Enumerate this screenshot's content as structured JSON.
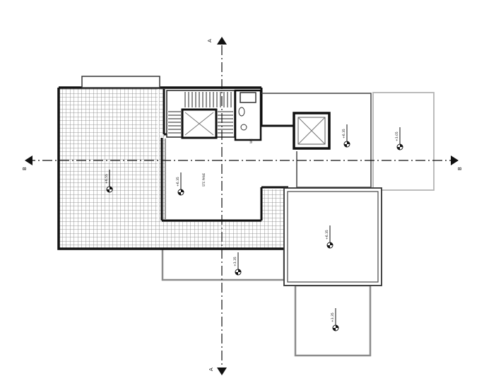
{
  "plan": {
    "section_labels": {
      "top": "A",
      "bottom": "A",
      "left": "B",
      "right": "B"
    },
    "level_marks": [
      {
        "id": "hatched-roof",
        "value": "+6.55"
      },
      {
        "id": "core-left",
        "value": "+6.35"
      },
      {
        "id": "lift-right",
        "value": "+6.35"
      },
      {
        "id": "terrace-far-right",
        "value": "+3.05"
      },
      {
        "id": "square-block",
        "value": "+6.35"
      },
      {
        "id": "below-terrace",
        "value": "+3.35"
      },
      {
        "id": "bottom-right",
        "value": "+3.35"
      }
    ],
    "room_labels": {
      "core": "STE PANE",
      "wc": "WC"
    }
  }
}
